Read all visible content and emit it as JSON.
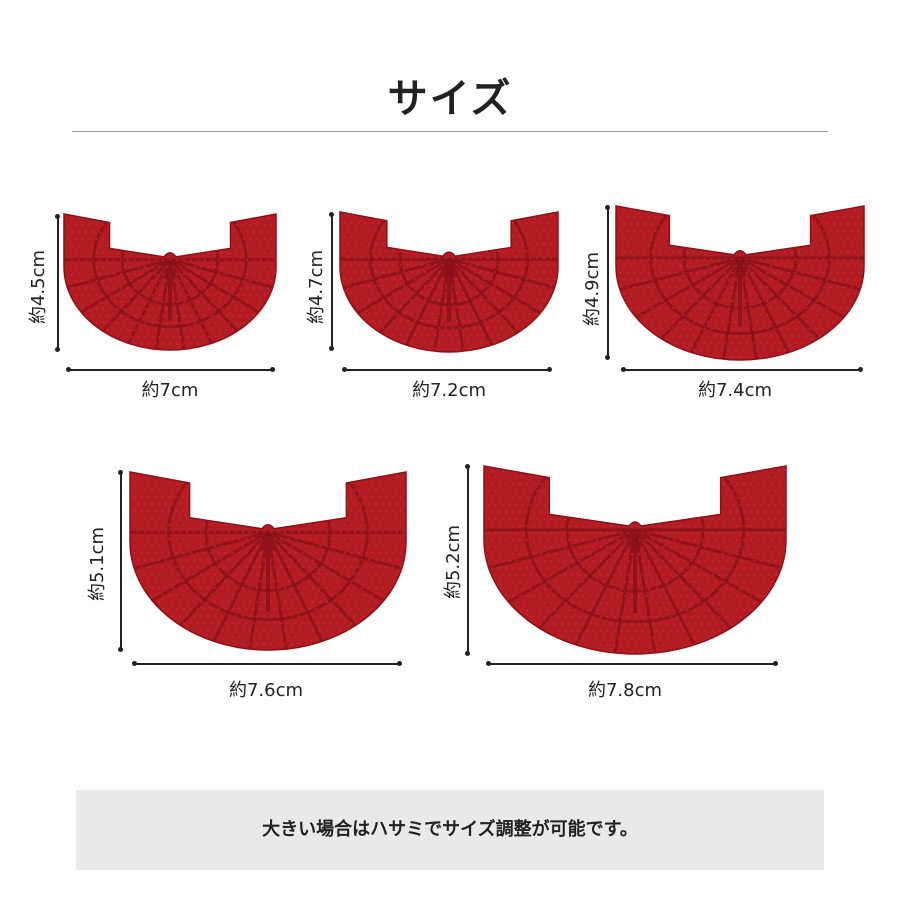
{
  "title": "サイズ",
  "colors": {
    "pad": "#b31c22",
    "pad_dark": "#8a1219",
    "pad_light": "#cc3038",
    "dimension_line": "#222222",
    "note_bg": "#e9e9e9"
  },
  "items": [
    {
      "width_label": "約7cm",
      "height_label": "約4.5cm"
    },
    {
      "width_label": "約7.2cm",
      "height_label": "約4.7cm"
    },
    {
      "width_label": "約7.4cm",
      "height_label": "約4.9cm"
    },
    {
      "width_label": "約7.6cm",
      "height_label": "約5.1cm"
    },
    {
      "width_label": "約7.8cm",
      "height_label": "約5.2cm"
    }
  ],
  "note": "大きい場合はハサミでサイズ調整が可能です。"
}
